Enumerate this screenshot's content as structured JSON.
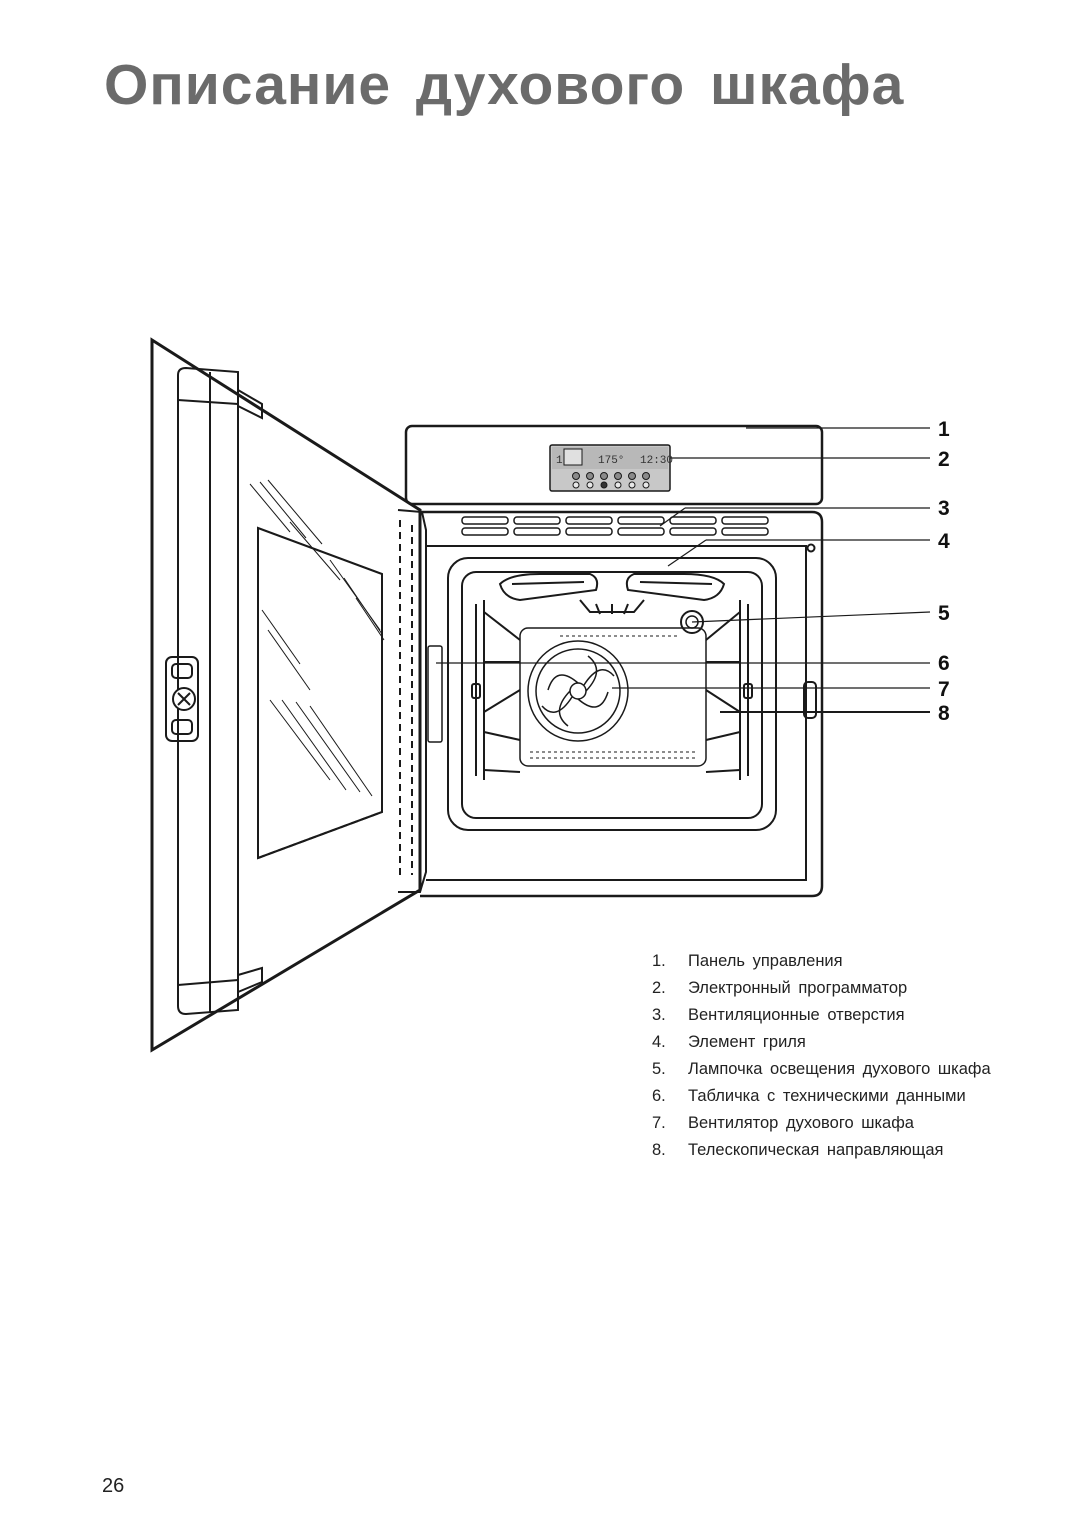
{
  "page": {
    "title": "Описание духового шкафа",
    "page_number": "26"
  },
  "display": {
    "left_indicator": "1",
    "temperature": "175°",
    "time": "12:30"
  },
  "callouts": [
    "1",
    "2",
    "3",
    "4",
    "5",
    "6",
    "7",
    "8"
  ],
  "legend": [
    {
      "num": "1.",
      "text": "Панель управления"
    },
    {
      "num": "2.",
      "text": "Электронный программатор"
    },
    {
      "num": "3.",
      "text": "Вентиляционные отверстия"
    },
    {
      "num": "4.",
      "text": "Элемент гриля"
    },
    {
      "num": "5.",
      "text": "Лампочка освещения духового шкафа"
    },
    {
      "num": "6.",
      "text": "Табличка с техническими данными"
    },
    {
      "num": "7.",
      "text": "Вентилятор духового шкафа"
    },
    {
      "num": "8.",
      "text": "Телескопическая направляющая"
    }
  ]
}
